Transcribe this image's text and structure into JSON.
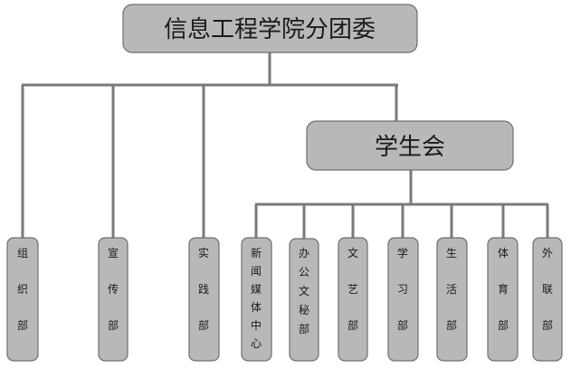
{
  "root": {
    "label": "信息工程学院分团委"
  },
  "root_children": [
    {
      "id": "zuzhibu",
      "label": "组织部"
    },
    {
      "id": "xuanchuanbu",
      "label": "宣传部"
    },
    {
      "id": "shijianbu",
      "label": "实践部"
    }
  ],
  "student_union": {
    "label": "学生会",
    "children": [
      {
        "id": "xinwen",
        "label": "新闻媒体中心"
      },
      {
        "id": "bangongwenmi",
        "label": "办公文秘部"
      },
      {
        "id": "wenyi",
        "label": "文艺部"
      },
      {
        "id": "xuexi",
        "label": "学习部"
      },
      {
        "id": "shenghuo",
        "label": "生活部"
      },
      {
        "id": "tiyu",
        "label": "体育部"
      },
      {
        "id": "wailian",
        "label": "外联部"
      }
    ]
  },
  "colors": {
    "box_fill": "#b8b8b8",
    "box_stroke": "#6e6e6e",
    "connector": "#7a7a7a",
    "text": "#1a1a1a"
  }
}
